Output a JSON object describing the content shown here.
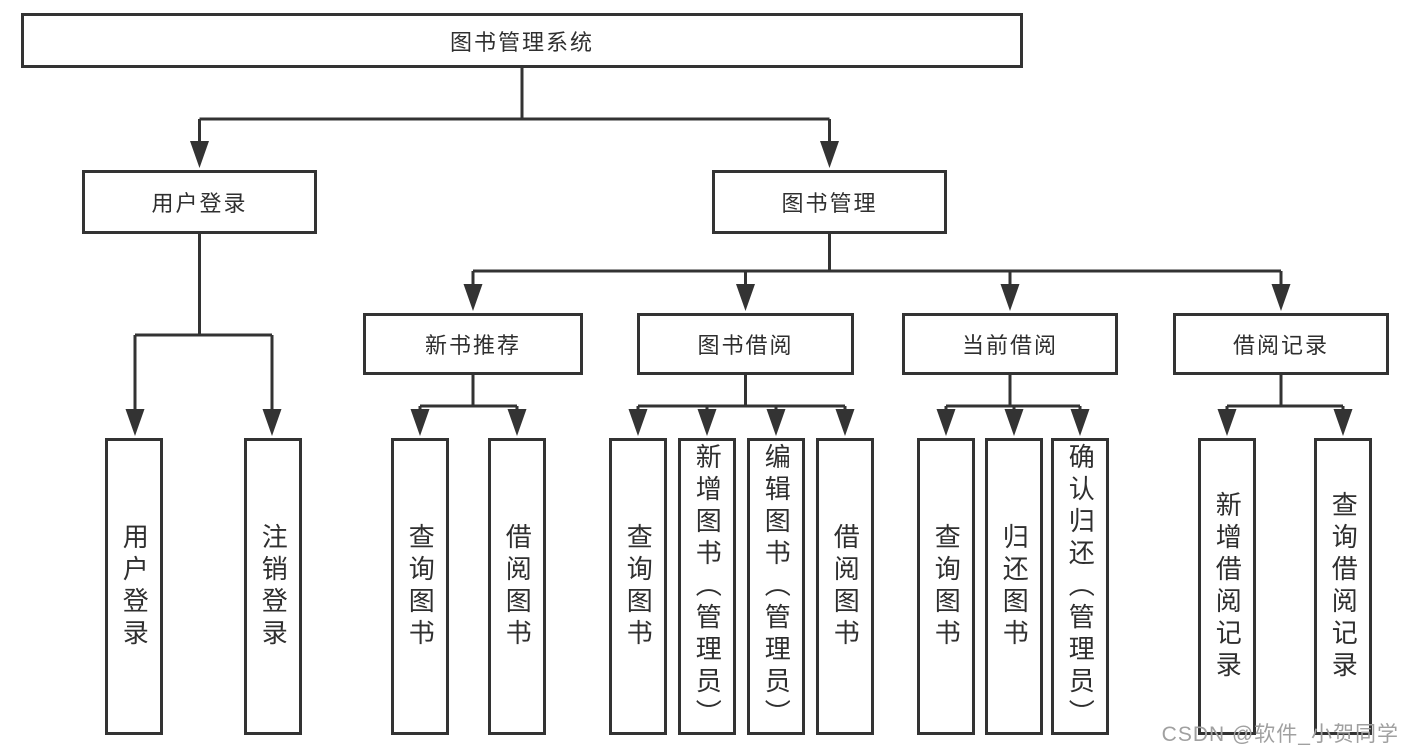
{
  "colors": {
    "line": "#333333",
    "box_border": "#333333",
    "box_fill": "#ffffff",
    "text": "#2f2f2f",
    "watermark": "#a0a0a0"
  },
  "watermark": {
    "text": "CSDN @软件_小贺同学"
  },
  "tree": {
    "root": {
      "label": "图书管理系统"
    },
    "branches": [
      {
        "label": "用户登录",
        "children": [
          {
            "label": "用户登录"
          },
          {
            "label": "注销登录"
          }
        ]
      },
      {
        "label": "图书管理",
        "children": [
          {
            "label": "新书推荐",
            "children": [
              {
                "label": "查询图书"
              },
              {
                "label": "借阅图书"
              }
            ]
          },
          {
            "label": "图书借阅",
            "children": [
              {
                "label": "查询图书"
              },
              {
                "label": "新增图书（管理员）"
              },
              {
                "label": "编辑图书（管理员）"
              },
              {
                "label": "借阅图书"
              }
            ]
          },
          {
            "label": "当前借阅",
            "children": [
              {
                "label": "查询图书"
              },
              {
                "label": "归还图书"
              },
              {
                "label": "确认归还（管理员）"
              }
            ]
          },
          {
            "label": "借阅记录",
            "children": [
              {
                "label": "新增借阅记录"
              },
              {
                "label": "查询借阅记录"
              }
            ]
          }
        ]
      }
    ]
  }
}
